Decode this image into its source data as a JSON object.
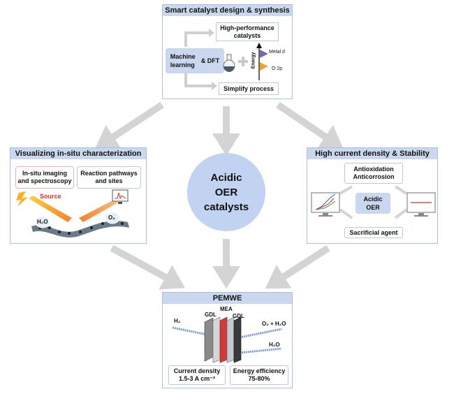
{
  "top_panel": {
    "title": "Smart catalyst design & synthesis",
    "high_performance": "High-performance catalysts",
    "machine_learning": "Machine learning",
    "dft": "& DFT",
    "energy_axis": "Energy",
    "metal_d": "Metal d",
    "o_2p": "O 2p",
    "simplify": "Simplify process"
  },
  "left_panel": {
    "title": "Visualizing in-situ characterization",
    "imaging": "In-situ imaging and spectroscopy",
    "pathways": "Reaction pathways and sites",
    "source": "Source",
    "h2o": "H₂O",
    "o2": "O₂"
  },
  "right_panel": {
    "title": "High current density & Stability",
    "antioxidation": "Antioxidation",
    "anticorrosion": "Anticorrosion",
    "acidic_oer": "Acidic OER",
    "sacrificial": "Sacrificial agent"
  },
  "center": {
    "line1": "Acidic",
    "line2": "OER",
    "line3": "catalysts"
  },
  "bottom_panel": {
    "title": "PEMWE",
    "h2": "H₂",
    "gdl_left": "GDL",
    "mea": "MEA",
    "gdl_right": "GDL",
    "o2_h2o": "O₂ + H₂O",
    "h2o": "H₂O",
    "current_density_label": "Current density",
    "current_density_value": "1.5-3 A cm⁻²",
    "energy_efficiency_label": "Energy efficiency",
    "energy_efficiency_value": "75-80%"
  },
  "colors": {
    "panel_header": "#c9d8ee",
    "panel_border": "#a9c0de",
    "arrow": "#d4d4d4",
    "circle": "#c1d3f0",
    "source_red": "#e03020",
    "mea_red": "#d03a3a"
  }
}
